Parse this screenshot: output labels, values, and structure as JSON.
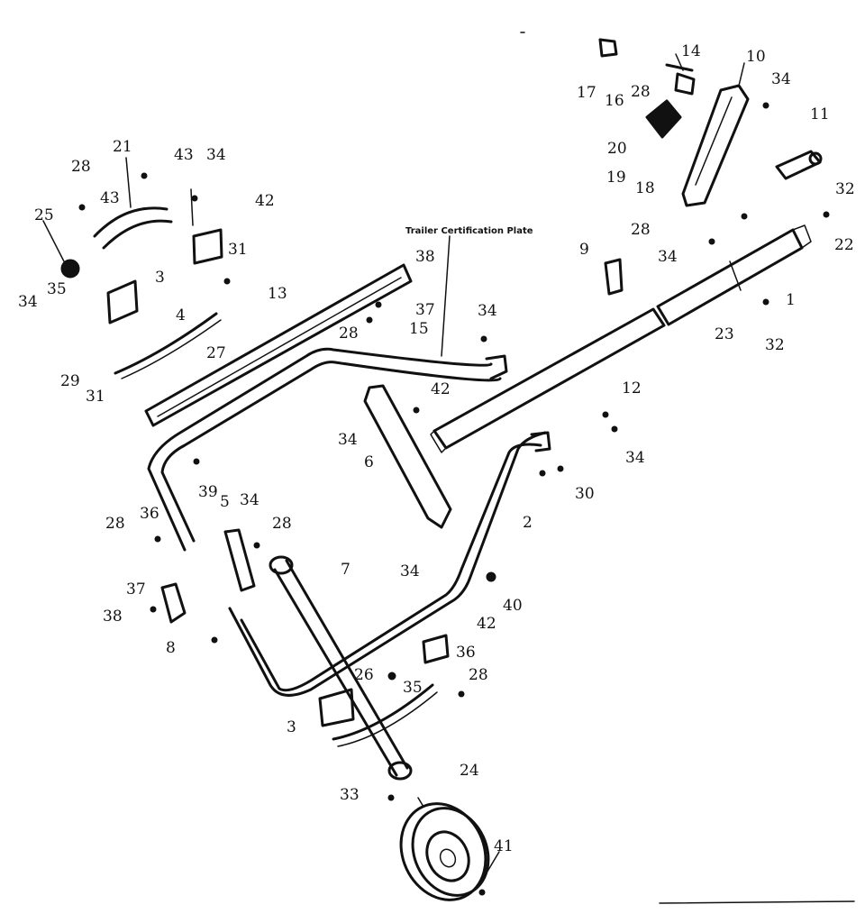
{
  "diagram": {
    "title": "Trailer Certification Plate",
    "callouts": [
      {
        "id": "c1",
        "text": "1"
      },
      {
        "id": "c2",
        "text": "2"
      },
      {
        "id": "c3a",
        "text": "3"
      },
      {
        "id": "c3b",
        "text": "3"
      },
      {
        "id": "c4",
        "text": "4"
      },
      {
        "id": "c5",
        "text": "5"
      },
      {
        "id": "c6",
        "text": "6"
      },
      {
        "id": "c7",
        "text": "7"
      },
      {
        "id": "c8",
        "text": "8"
      },
      {
        "id": "c9",
        "text": "9"
      },
      {
        "id": "c10",
        "text": "10"
      },
      {
        "id": "c11",
        "text": "11"
      },
      {
        "id": "c12",
        "text": "12"
      },
      {
        "id": "c13",
        "text": "13"
      },
      {
        "id": "c14",
        "text": "14"
      },
      {
        "id": "c15",
        "text": "15"
      },
      {
        "id": "c16",
        "text": "16"
      },
      {
        "id": "c17",
        "text": "17"
      },
      {
        "id": "c18",
        "text": "18"
      },
      {
        "id": "c19",
        "text": "19"
      },
      {
        "id": "c20",
        "text": "20"
      },
      {
        "id": "c21",
        "text": "21"
      },
      {
        "id": "c22",
        "text": "22"
      },
      {
        "id": "c23",
        "text": "23"
      },
      {
        "id": "c24",
        "text": "24"
      },
      {
        "id": "c25",
        "text": "25"
      },
      {
        "id": "c26",
        "text": "26"
      },
      {
        "id": "c27",
        "text": "27"
      },
      {
        "id": "c28a",
        "text": "28"
      },
      {
        "id": "c28b",
        "text": "28"
      },
      {
        "id": "c28c",
        "text": "28"
      },
      {
        "id": "c28d",
        "text": "28"
      },
      {
        "id": "c28e",
        "text": "28"
      },
      {
        "id": "c28f",
        "text": "28"
      },
      {
        "id": "c28g",
        "text": "28"
      },
      {
        "id": "c29",
        "text": "29"
      },
      {
        "id": "c30",
        "text": "30"
      },
      {
        "id": "c31a",
        "text": "31"
      },
      {
        "id": "c31b",
        "text": "31"
      },
      {
        "id": "c32a",
        "text": "32"
      },
      {
        "id": "c32b",
        "text": "32"
      },
      {
        "id": "c33",
        "text": "33"
      },
      {
        "id": "c34a",
        "text": "34"
      },
      {
        "id": "c34b",
        "text": "34"
      },
      {
        "id": "c34c",
        "text": "34"
      },
      {
        "id": "c34d",
        "text": "34"
      },
      {
        "id": "c34e",
        "text": "34"
      },
      {
        "id": "c34f",
        "text": "34"
      },
      {
        "id": "c34g",
        "text": "34"
      },
      {
        "id": "c34h",
        "text": "34"
      },
      {
        "id": "c34i",
        "text": "34"
      },
      {
        "id": "c35a",
        "text": "35"
      },
      {
        "id": "c35b",
        "text": "35"
      },
      {
        "id": "c36a",
        "text": "36"
      },
      {
        "id": "c36b",
        "text": "36"
      },
      {
        "id": "c37a",
        "text": "37"
      },
      {
        "id": "c37b",
        "text": "37"
      },
      {
        "id": "c38a",
        "text": "38"
      },
      {
        "id": "c38b",
        "text": "38"
      },
      {
        "id": "c39",
        "text": "39"
      },
      {
        "id": "c40",
        "text": "40"
      },
      {
        "id": "c41",
        "text": "41"
      },
      {
        "id": "c42a",
        "text": "42"
      },
      {
        "id": "c42b",
        "text": "42"
      },
      {
        "id": "c42c",
        "text": "42"
      },
      {
        "id": "c43a",
        "text": "43"
      },
      {
        "id": "c43b",
        "text": "43"
      }
    ]
  }
}
